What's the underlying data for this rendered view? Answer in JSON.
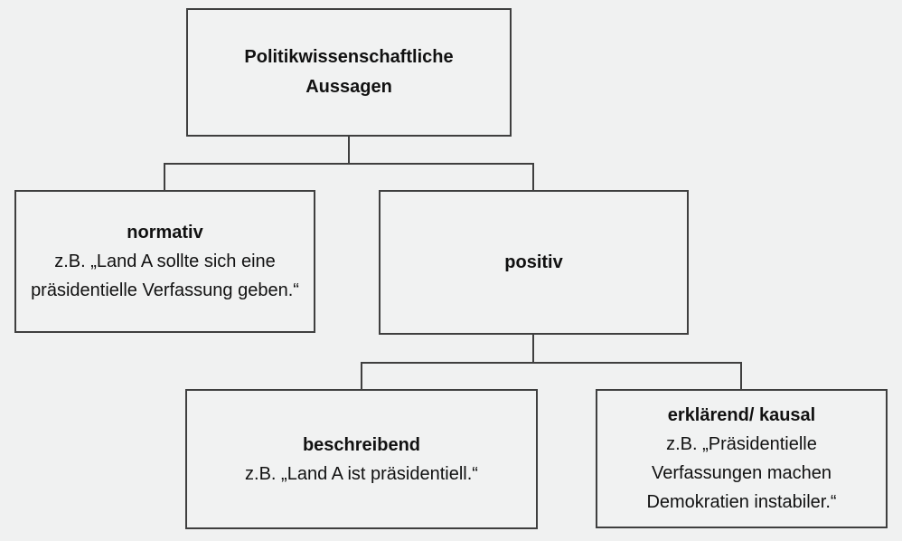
{
  "diagram": {
    "background_color": "#f0f1f1",
    "box_fill_color": "#f1f2f2",
    "border_color": "#3f3f3f",
    "text_color": "#111111",
    "nodes": {
      "root": {
        "title": "Politikwissenschaftliche Aussagen"
      },
      "normativ": {
        "title": "normativ",
        "example": "z.B. „Land A sollte sich eine präsidentielle Verfassung geben.“"
      },
      "positiv": {
        "title": "positiv"
      },
      "beschreibend": {
        "title": "beschreibend",
        "example": "z.B. „Land A ist präsidentiell.“"
      },
      "erklaerend": {
        "title": "erklärend/ kausal",
        "example": "z.B. „Präsidentielle Verfassungen machen Demokratien instabiler.“"
      }
    }
  }
}
